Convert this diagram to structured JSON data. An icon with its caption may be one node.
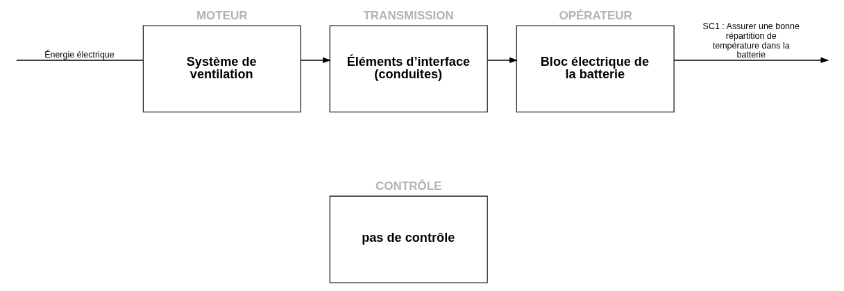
{
  "diagram": {
    "nodes": [
      {
        "text": [
          "MOTEUR",
          "Système de ventilation"
        ]
      },
      {
        "text": [
          "TRANSMISSION",
          "Éléments d’interface (conduites)"
        ]
      },
      {
        "text": [
          "OPÉRATEUR",
          "Bloc électrique de la batterie"
        ]
      },
      {
        "text": [
          "CONTRÔLE",
          "pas de contrôle"
        ]
      }
    ],
    "edges": [
      {
        "from": null,
        "to": 0,
        "arrow": "none",
        "label": "Énergie électrique"
      },
      {
        "from": 0,
        "to": 1,
        "arrow": "to"
      },
      {
        "from": 1,
        "to": 2,
        "arrow": "to"
      },
      {
        "from": 2,
        "to": null,
        "arrow": "to",
        "label": "SC1 : Assurer une bonne répartition de température dans la batterie"
      }
    ]
  }
}
